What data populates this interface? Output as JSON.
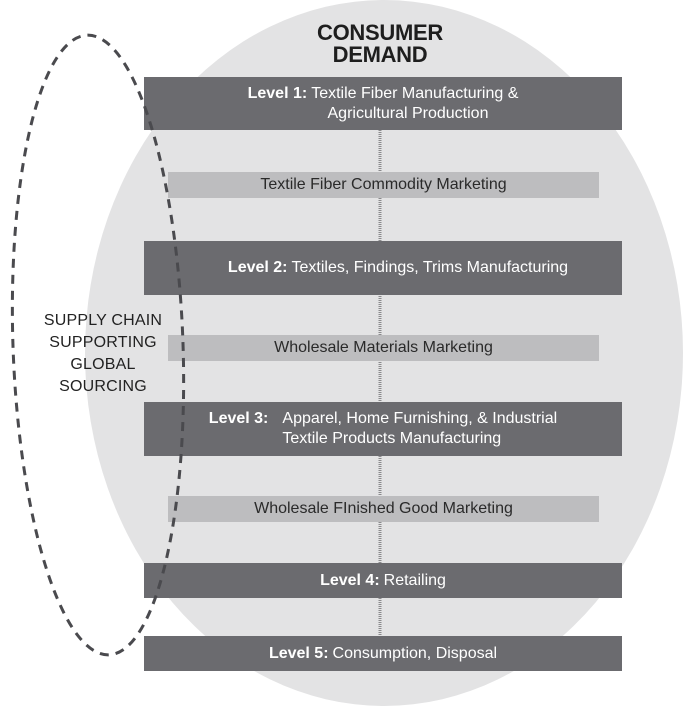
{
  "diagram": {
    "title_line1": "CONSUMER",
    "title_line2": "DEMAND",
    "side_label": [
      "SUPPLY CHAIN",
      "SUPPORTING",
      "GLOBAL",
      "SOURCING"
    ],
    "levels": [
      {
        "label": "Level 1:",
        "text_line1": "Textile Fiber Manufacturing &",
        "text_line2": "Agricultural Production"
      },
      {
        "label": "Level 2:",
        "text_line1": "Textiles, Findings, Trims Manufacturing"
      },
      {
        "label": "Level 3:",
        "text_line1": "Apparel, Home Furnishing, & Industrial",
        "text_line2": "Textile Products Manufacturing"
      },
      {
        "label": "Level 4:",
        "text_line1": "Retailing"
      },
      {
        "label": "Level 5:",
        "text_line1": "Consumption, Disposal"
      }
    ],
    "marketing": [
      "Textile Fiber Commodity Marketing",
      "Wholesale Materials Marketing",
      "Wholesale FInished Good Marketing"
    ],
    "colors": {
      "ellipse": "#e3e3e4",
      "dark_bar": "#6b6b6f",
      "light_bar": "#bdbdbf",
      "dashed_line": "#4a4a4e"
    }
  }
}
